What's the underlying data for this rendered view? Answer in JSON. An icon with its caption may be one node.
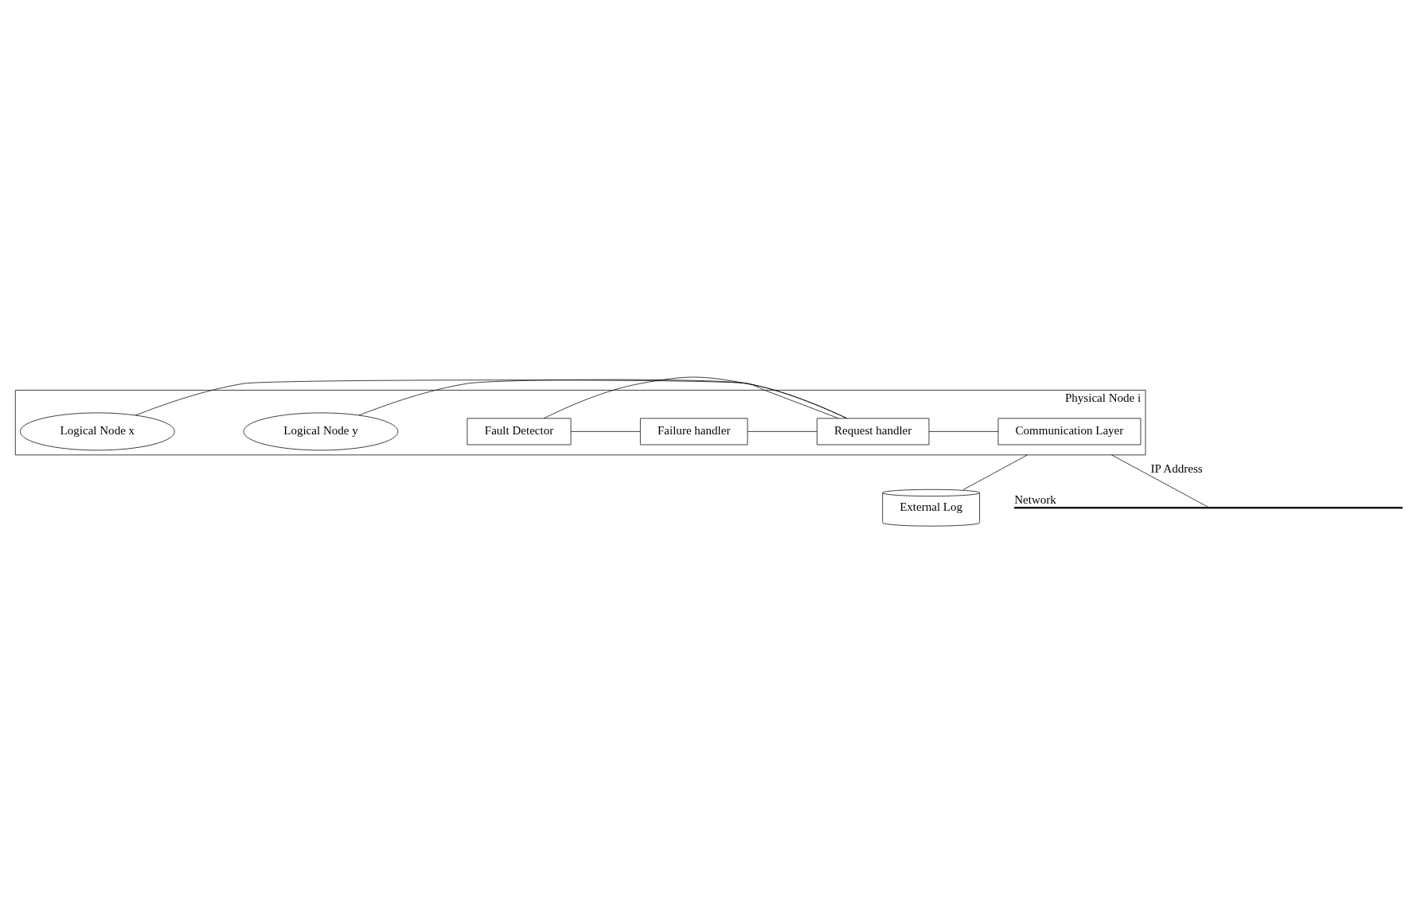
{
  "diagram": {
    "nodes": [
      {
        "text": [
          "Physical Node i"
        ]
      },
      {
        "text": [
          "Logical Node x"
        ],
        "in": 0
      },
      {
        "text": [
          "Logical Node y"
        ],
        "in": 0
      },
      {
        "text": [
          "Fault Detector"
        ],
        "in": 0
      },
      {
        "text": [
          "Failure handler"
        ],
        "in": 0
      },
      {
        "text": [
          "Request handler"
        ],
        "in": 0
      },
      {
        "text": [
          "Communication Layer"
        ],
        "in": 0
      },
      {
        "text": [
          "External Log"
        ]
      },
      {
        "text": [],
        "shape": "bar",
        "beside": [
          "Network"
        ]
      }
    ],
    "edges": [
      {
        "from": 1,
        "to": 5,
        "arrow": "none"
      },
      {
        "from": 2,
        "to": 5,
        "arrow": "none"
      },
      {
        "from": 3,
        "to": 4,
        "arrow": "none"
      },
      {
        "from": 3,
        "to": 5,
        "arrow": "none"
      },
      {
        "from": 4,
        "to": 5,
        "arrow": "none"
      },
      {
        "from": 5,
        "to": 6,
        "arrow": "none"
      },
      {
        "from": 0,
        "to": 7,
        "arrow": "none"
      },
      {
        "from": 0,
        "to": 8,
        "arrow": "none",
        "label": "IP Address"
      }
    ]
  }
}
